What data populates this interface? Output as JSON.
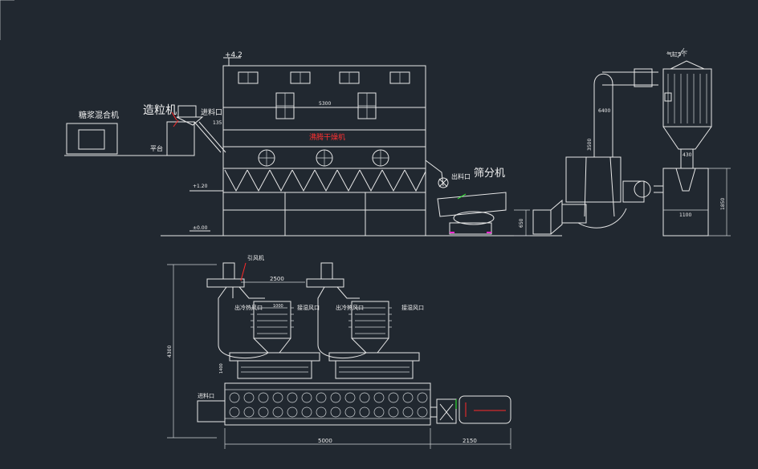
{
  "labels": {
    "elevation_top": "+4.2",
    "mixer": "糖浆混合机",
    "granulator": "造粒机",
    "feed_port_top": "进料口",
    "platform": "平台",
    "dim_top_width": "5300",
    "dryer_name": "沸腾干燥机",
    "elevation_mid": "+1.20",
    "elevation_floor": "±0.00",
    "discharge_port": "出料口",
    "screen_machine": "筛分机",
    "dim_650": "650",
    "dim_6400": "6400",
    "dim_3500": "3500",
    "dim_1850": "1850",
    "dim_1100": "1100",
    "dim_430": "430",
    "air_label": "气缸5个",
    "fan_label": "引风机",
    "dim_2500": "2500",
    "dim_4300": "4300",
    "outlet_left": "出冷热风口",
    "outlet_right": "接湿风口",
    "outlet_left2": "出冷热风口",
    "outlet_right2": "接湿风口",
    "dim_1400": "1400",
    "feed_port_plan": "进料口",
    "dim_5000": "5000",
    "dim_2150": "2150",
    "dim_1000": "1000"
  },
  "colors": {
    "background": "#212830",
    "line": "#e8e8e8",
    "accent_red": "#ff2a2a",
    "accent_magenta": "#ff2ad4",
    "accent_green": "#33ff33"
  }
}
